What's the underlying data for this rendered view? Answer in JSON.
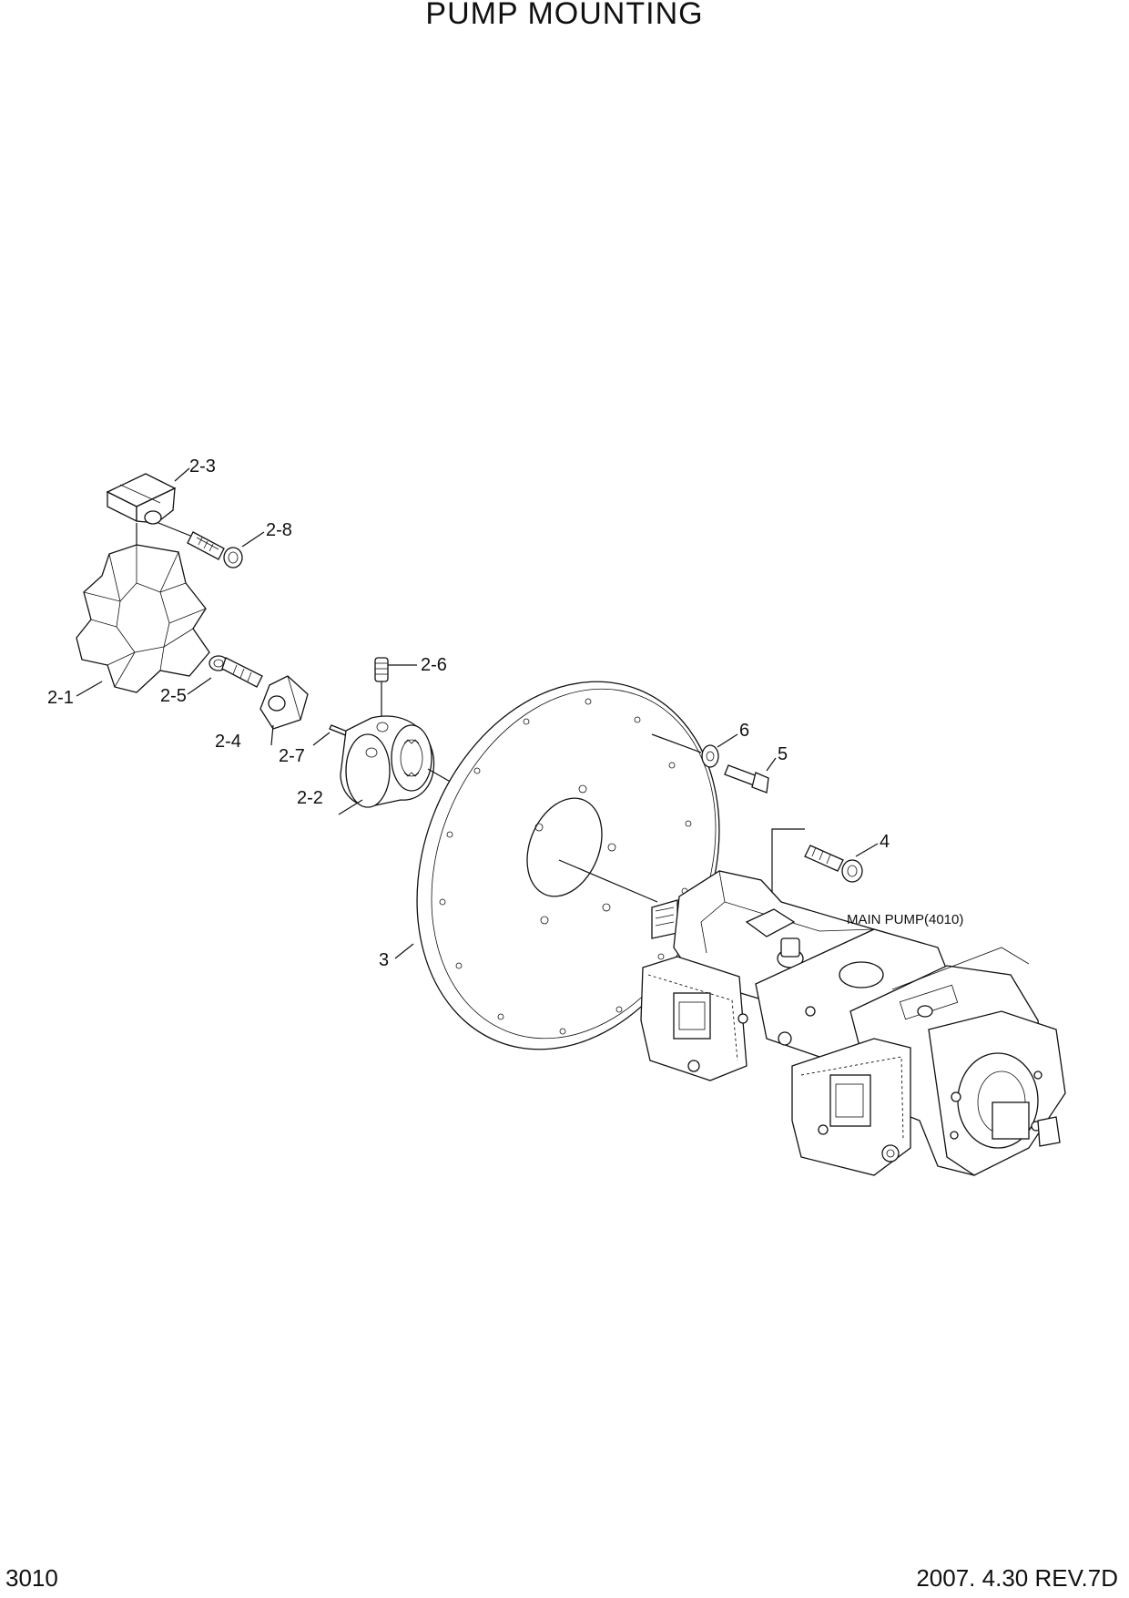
{
  "header": {
    "title": "PUMP MOUNTING"
  },
  "callouts": {
    "p2_3": "2-3",
    "p2_8": "2-8",
    "p2_1": "2-1",
    "p2_5": "2-5",
    "p2_4": "2-4",
    "p2_6": "2-6",
    "p2_7": "2-7",
    "p2_2": "2-2",
    "p6": "6",
    "p5": "5",
    "p4": "4",
    "p3": "3",
    "main_pump": "MAIN PUMP(4010)"
  },
  "footer": {
    "page_number": "3010",
    "revision": "2007. 4.30  REV.7D"
  }
}
